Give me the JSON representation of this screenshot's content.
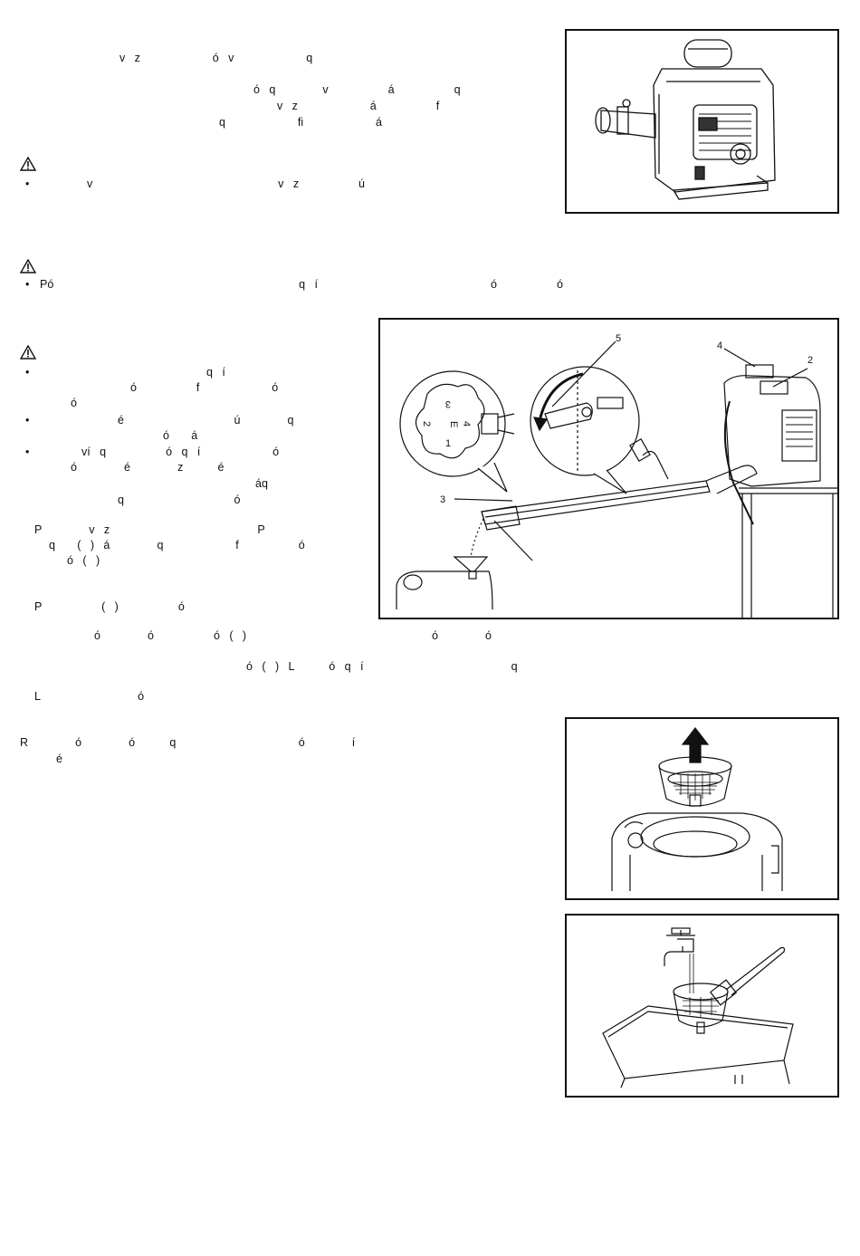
{
  "text_lines": [
    "v   z                       ó   v                       q",
    "ó   q               v                   á                   q",
    "v   z                       á                   f",
    "q                       ﬁ                       á",
    "v                                                           v   z                   ú",
    "Pó                                                                              q   í                                                       ó                   ó",
    "q   í",
    "ó                   f                       ó",
    "ó",
    "é                                   ú               q",
    "ó       á",
    "ví   q                   ó   q   í                       ó",
    "ó               é               z           é",
    "áq",
    "q                                   ó",
    "P               v   z                                               P",
    "q       (   )   á               q                       f                   ó",
    "ó   (   )",
    "P                   (   )                   ó",
    "ó               ó                   ó   (   )                                                           ó               ó",
    "ó   (   )   L           ó   q   í                                               q",
    "L                               ó",
    "R               ó               ó           q                                       ó               í",
    "é"
  ],
  "bullet_glyph": "•",
  "figure_labels": [
    "5",
    "4",
    "2",
    "3"
  ],
  "dial_numbers": [
    "3",
    "2",
    "E",
    "4",
    "1"
  ]
}
